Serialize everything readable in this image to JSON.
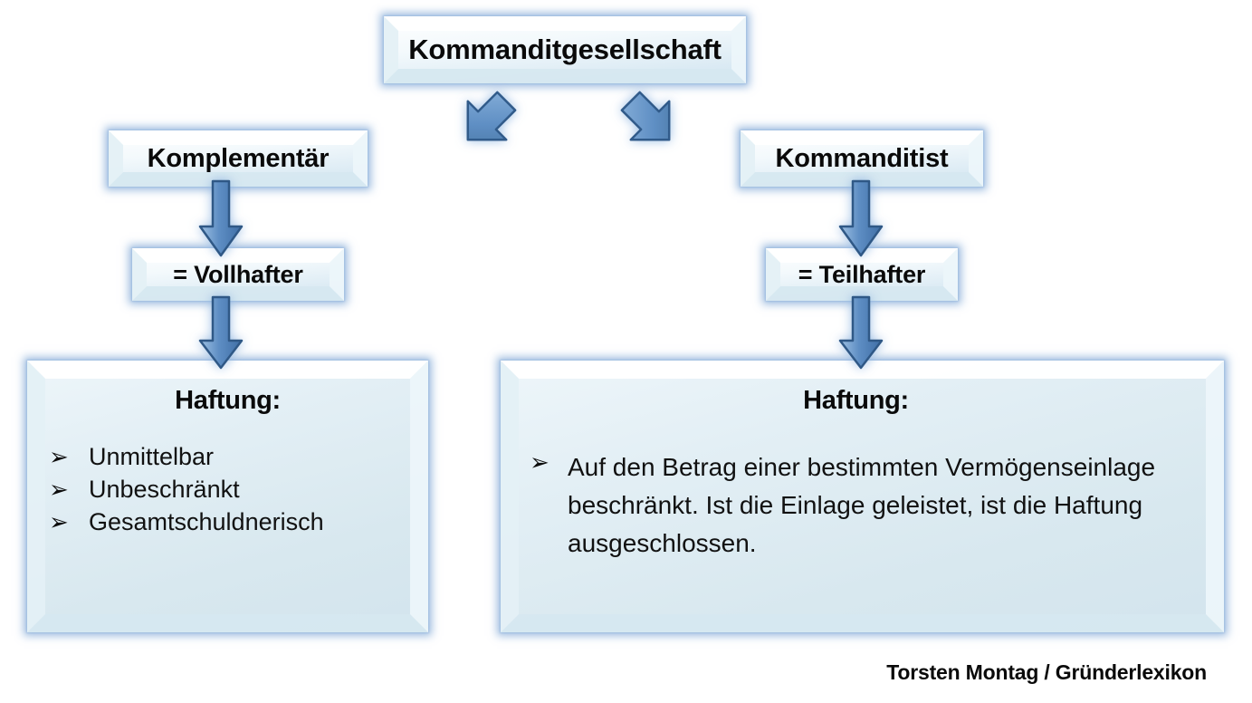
{
  "diagram": {
    "title_node": {
      "label": "Kommanditgesellschaft"
    },
    "branches": [
      {
        "id": "komplementaer",
        "role_label": "Komplementär",
        "liability_type_label": "= Vollhafter",
        "panel_title": "Haftung:",
        "bullet_marker": "➢",
        "bullets": [
          "Unmittelbar",
          "Unbeschränkt",
          "Gesamtschuldnerisch"
        ]
      },
      {
        "id": "kommanditist",
        "role_label": "Kommanditist",
        "liability_type_label": "= Teilhafter",
        "panel_title": "Haftung:",
        "bullet_marker": "➢",
        "bullets": [
          "Auf den Betrag einer bestimmten Vermögenseinlage beschränkt. Ist die Einlage geleistet, ist die Haftung ausgeschlossen."
        ]
      }
    ],
    "arrows": [
      {
        "name": "arrow-split-left",
        "direction": "down-left"
      },
      {
        "name": "arrow-split-right",
        "direction": "down-right"
      },
      {
        "name": "arrow-komplementaer-to-vollhafter",
        "direction": "down"
      },
      {
        "name": "arrow-vollhafter-to-haftung",
        "direction": "down"
      },
      {
        "name": "arrow-kommanditist-to-teilhafter",
        "direction": "down"
      },
      {
        "name": "arrow-teilhafter-to-haftung",
        "direction": "down"
      }
    ]
  },
  "credit": {
    "text": "Torsten Montag / Gründerlexikon"
  },
  "colors": {
    "background": "#ffffff",
    "box_face": "#dfecf2",
    "box_highlight": "#ffffff",
    "glow": "#7ea6d6",
    "arrow_fill_light": "#7aa8d6",
    "arrow_fill_dark": "#3f6fa8",
    "arrow_stroke": "#2f5886",
    "text": "#0a0a0a"
  }
}
